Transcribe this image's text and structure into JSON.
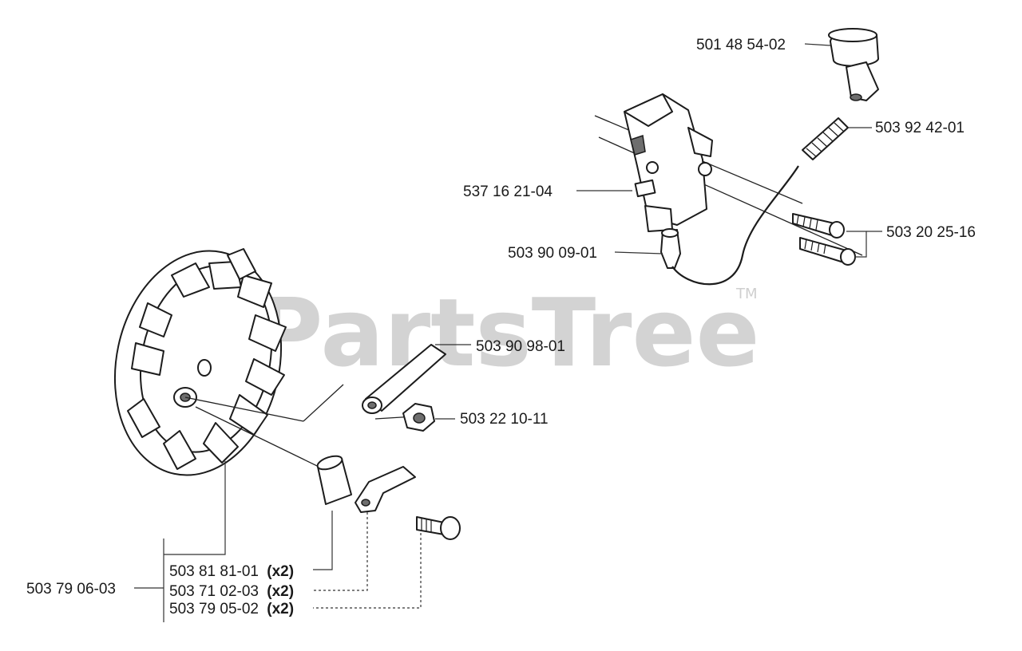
{
  "watermark": {
    "brand": "PartsTree",
    "trademark": "TM"
  },
  "parts": [
    {
      "id": "ignition-switch",
      "number": "501 48 54-02",
      "qty": ""
    },
    {
      "id": "spring",
      "number": "503 92 42-01",
      "qty": ""
    },
    {
      "id": "ignition-module",
      "number": "537 16 21-04",
      "qty": ""
    },
    {
      "id": "screws",
      "number": "503 20 25-16",
      "qty": ""
    },
    {
      "id": "spark-plug-cap",
      "number": "503 90 09-01",
      "qty": ""
    },
    {
      "id": "wire-bracket",
      "number": "503 90 98-01",
      "qty": ""
    },
    {
      "id": "nut",
      "number": "503 22 10-11",
      "qty": ""
    },
    {
      "id": "flywheel",
      "number": "503 79 06-03",
      "qty": ""
    },
    {
      "id": "bushing",
      "number": "503 81 81-01",
      "qty": "(x2)"
    },
    {
      "id": "pawl",
      "number": "503 71 02-03",
      "qty": "(x2)"
    },
    {
      "id": "pin",
      "number": "503 79 05-02",
      "qty": "(x2)"
    }
  ],
  "colors": {
    "line": "#1c1c1c",
    "watermark": "#d3d3d3",
    "background": "#ffffff"
  }
}
